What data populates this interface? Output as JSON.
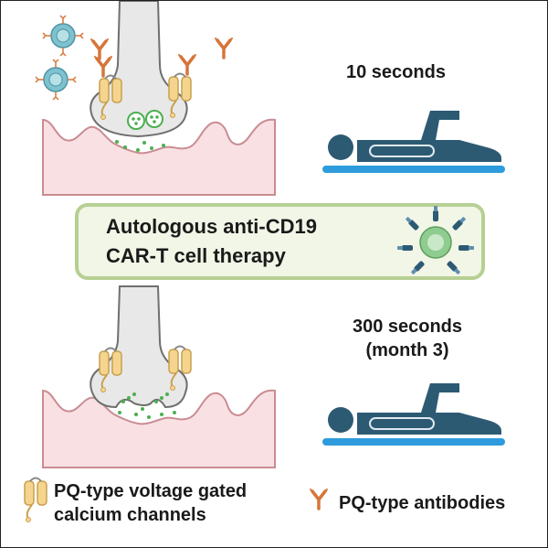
{
  "center_box": {
    "line1": "Autologous anti-CD19",
    "line2": "CAR-T cell therapy"
  },
  "top_panel": {
    "time_label": "10 seconds"
  },
  "bottom_panel": {
    "time_label": "300 seconds",
    "time_sublabel": "(month 3)"
  },
  "legend": {
    "channel_line1": "PQ-type voltage gated",
    "channel_line2": "calcium channels",
    "antibody_label": "PQ-type antibodies"
  },
  "colors": {
    "tissue_fill": "#f9e1e3",
    "tissue_stroke": "#c98c92",
    "neuron_fill": "#e8e8e8",
    "neuron_stroke": "#6f6f6f",
    "vesicle": "#4caf50",
    "channel": "#f5d58e",
    "channel_stroke": "#c8a04e",
    "antibody": "#d6763a",
    "patient": "#2d5a73",
    "bed": "#2e9cdc",
    "box_fill": "#f1f6e6",
    "box_stroke": "#b7cf93",
    "cart_cell": "#8fcc8f",
    "cart_receptor": "#2d5a73",
    "tcell": "#7ec2d0"
  }
}
